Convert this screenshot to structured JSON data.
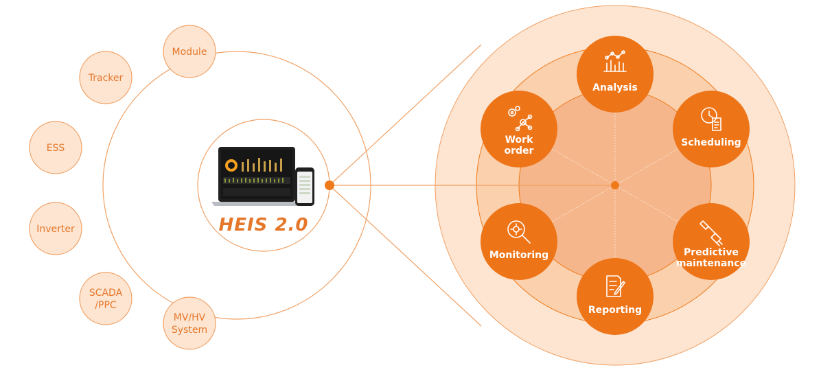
{
  "colors": {
    "accent": "#ef7a1a",
    "ring_outer": "#fde4cf",
    "ring_mid": "#f9c9a1",
    "ring_inner": "#f5b286",
    "line": "#f0a064",
    "text_light": "#e5772b"
  },
  "left": {
    "nodes": [
      {
        "label": "Module"
      },
      {
        "label": "Tracker"
      },
      {
        "label": "ESS"
      },
      {
        "label": "Inverter"
      },
      {
        "label": "SCADA\n/PPC"
      },
      {
        "label": "MV/HV\nSystem"
      }
    ],
    "brand": "HEIS 2.0"
  },
  "right": {
    "functions": [
      {
        "label": "Analysis",
        "icon": "chart-icon"
      },
      {
        "label": "Scheduling",
        "icon": "clock-document-icon"
      },
      {
        "label": "Predictive\nmaintenance",
        "icon": "wrench-plug-icon"
      },
      {
        "label": "Reporting",
        "icon": "document-pen-icon"
      },
      {
        "label": "Monitoring",
        "icon": "magnifier-gear-icon"
      },
      {
        "label": "Work\norder",
        "icon": "gears-network-icon"
      }
    ]
  }
}
